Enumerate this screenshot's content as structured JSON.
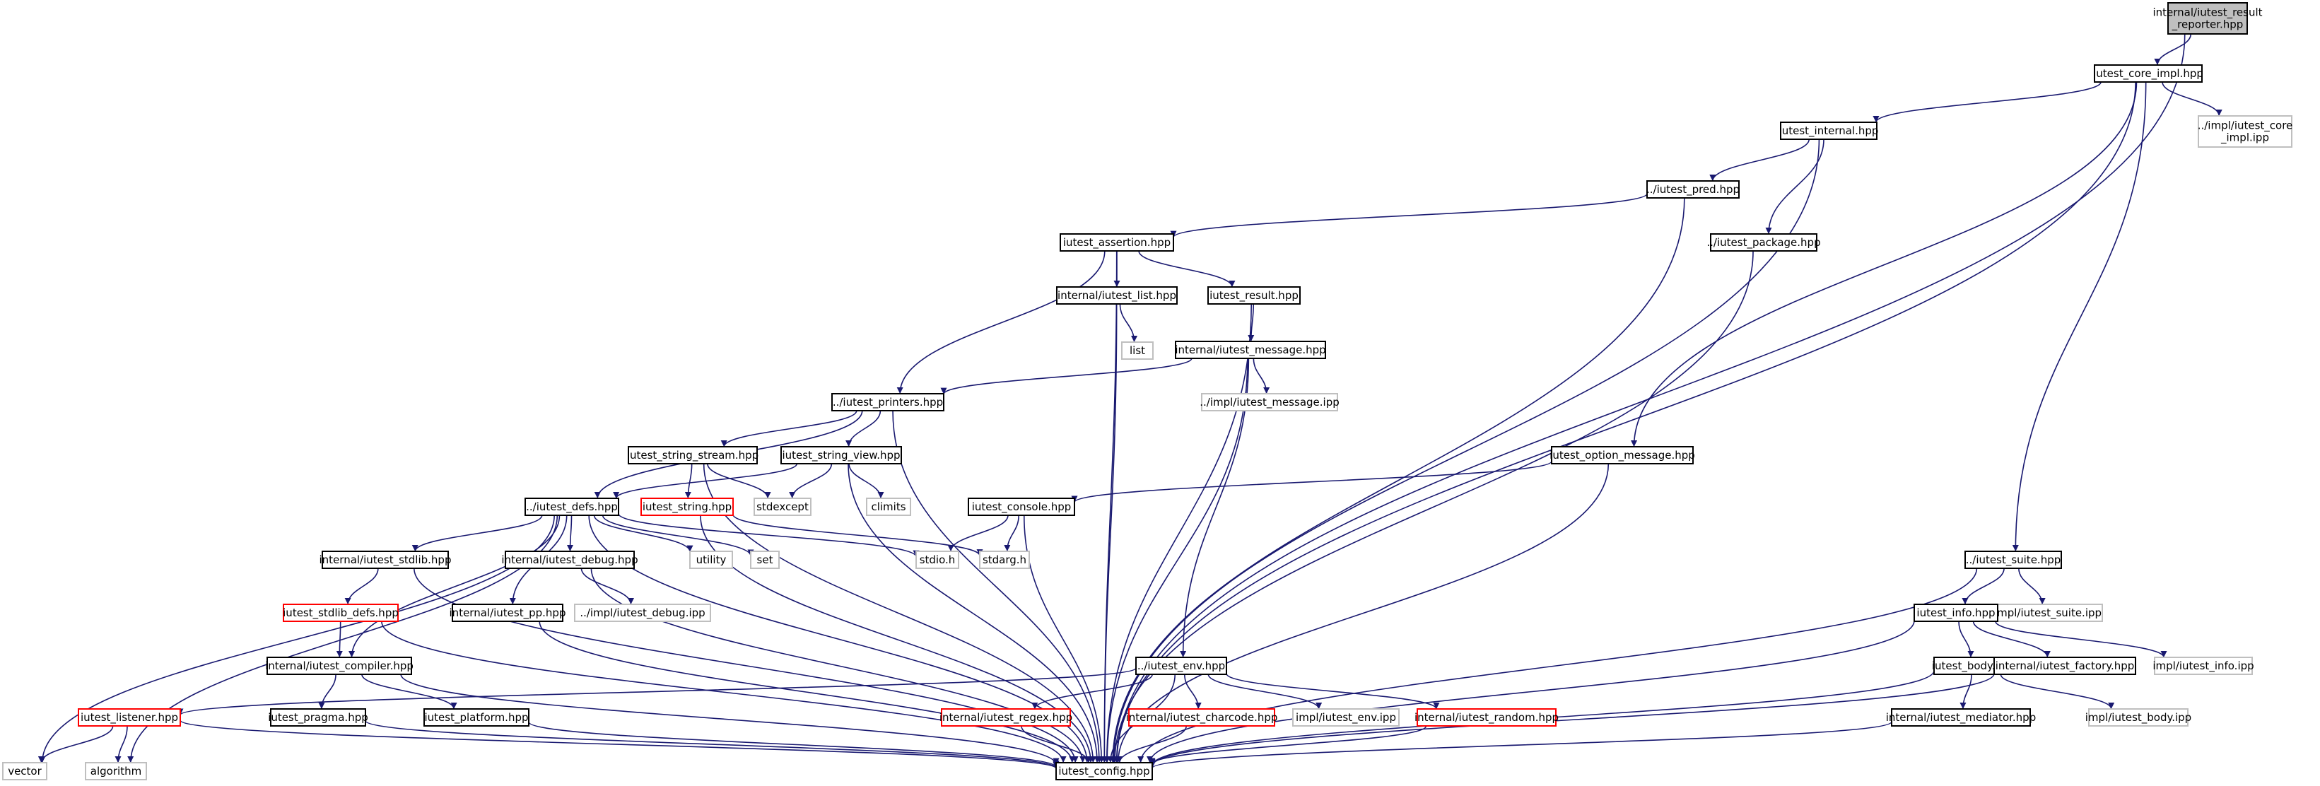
{
  "diagram": {
    "colors": {
      "edge": "#191970",
      "normal_border": "#000000",
      "normal_fill": "#ffffff",
      "missing_border": "#bfbfbf",
      "missing_text": "#404040",
      "truncated_border": "#ff0000",
      "root_fill": "#bfbfbf"
    },
    "nodes": [
      {
        "id": "root",
        "label": "internal/iutest_result_reporter.hpp",
        "lines": [
          "internal/iutest_result",
          "_reporter.hpp"
        ],
        "style": "root"
      },
      {
        "id": "core_impl",
        "label": "iutest_core_impl.hpp",
        "style": "normal"
      },
      {
        "id": "core_impl_ipp",
        "label": "../impl/iutest_core_impl.ipp",
        "lines": [
          "../impl/iutest_core",
          "_impl.ipp"
        ],
        "style": "missing"
      },
      {
        "id": "internal",
        "label": "iutest_internal.hpp",
        "style": "normal"
      },
      {
        "id": "pred",
        "label": "../iutest_pred.hpp",
        "style": "normal"
      },
      {
        "id": "package",
        "label": "../iutest_package.hpp",
        "style": "normal"
      },
      {
        "id": "assertion",
        "label": "iutest_assertion.hpp",
        "style": "normal"
      },
      {
        "id": "list_hpp",
        "label": "internal/iutest_list.hpp",
        "style": "normal"
      },
      {
        "id": "result",
        "label": "iutest_result.hpp",
        "style": "normal"
      },
      {
        "id": "list",
        "label": "list",
        "style": "missing"
      },
      {
        "id": "message",
        "label": "internal/iutest_message.hpp",
        "style": "normal"
      },
      {
        "id": "message_ipp",
        "label": "../impl/iutest_message.ipp",
        "style": "missing"
      },
      {
        "id": "printers",
        "label": "../iutest_printers.hpp",
        "style": "normal"
      },
      {
        "id": "string_stream",
        "label": "iutest_string_stream.hpp",
        "style": "normal"
      },
      {
        "id": "string_view",
        "label": "iutest_string_view.hpp",
        "style": "normal"
      },
      {
        "id": "stdexcept",
        "label": "stdexcept",
        "style": "missing"
      },
      {
        "id": "climits",
        "label": "climits",
        "style": "missing"
      },
      {
        "id": "option_message",
        "label": "iutest_option_message.hpp",
        "style": "normal"
      },
      {
        "id": "console",
        "label": "iutest_console.hpp",
        "style": "normal"
      },
      {
        "id": "defs",
        "label": "../iutest_defs.hpp",
        "style": "normal"
      },
      {
        "id": "string_hpp",
        "label": "iutest_string.hpp",
        "style": "truncated"
      },
      {
        "id": "utility",
        "label": "utility",
        "style": "missing"
      },
      {
        "id": "set",
        "label": "set",
        "style": "missing"
      },
      {
        "id": "stdio",
        "label": "stdio.h",
        "style": "missing"
      },
      {
        "id": "stdarg",
        "label": "stdarg.h",
        "style": "missing"
      },
      {
        "id": "stdlib",
        "label": "internal/iutest_stdlib.hpp",
        "style": "normal"
      },
      {
        "id": "debug",
        "label": "internal/iutest_debug.hpp",
        "style": "normal"
      },
      {
        "id": "stdlib_defs",
        "label": "iutest_stdlib_defs.hpp",
        "style": "truncated"
      },
      {
        "id": "debug_ipp",
        "label": "../impl/iutest_debug.ipp",
        "style": "missing"
      },
      {
        "id": "pp",
        "label": "internal/iutest_pp.hpp",
        "style": "normal"
      },
      {
        "id": "compiler",
        "label": "internal/iutest_compiler.hpp",
        "style": "normal"
      },
      {
        "id": "pragma",
        "label": "iutest_pragma.hpp",
        "style": "normal"
      },
      {
        "id": "platform",
        "label": "iutest_platform.hpp",
        "style": "normal"
      },
      {
        "id": "listener",
        "label": "iutest_listener.hpp",
        "style": "truncated"
      },
      {
        "id": "vector",
        "label": "vector",
        "style": "missing"
      },
      {
        "id": "algorithm",
        "label": "algorithm",
        "style": "missing"
      },
      {
        "id": "env",
        "label": "../iutest_env.hpp",
        "style": "normal"
      },
      {
        "id": "regex",
        "label": "internal/iutest_regex.hpp",
        "style": "truncated"
      },
      {
        "id": "charcode",
        "label": "internal/iutest_charcode.hpp",
        "style": "truncated"
      },
      {
        "id": "env_ipp",
        "label": "impl/iutest_env.ipp",
        "style": "missing"
      },
      {
        "id": "random",
        "label": "internal/iutest_random.hpp",
        "style": "truncated"
      },
      {
        "id": "config",
        "label": "iutest_config.hpp",
        "style": "normal"
      },
      {
        "id": "suite",
        "label": "../iutest_suite.hpp",
        "style": "normal"
      },
      {
        "id": "suite_ipp",
        "label": "impl/iutest_suite.ipp",
        "style": "missing"
      },
      {
        "id": "info",
        "label": "iutest_info.hpp",
        "style": "normal"
      },
      {
        "id": "body",
        "label": "iutest_body.hpp",
        "style": "normal"
      },
      {
        "id": "factory",
        "label": "internal/iutest_factory.hpp",
        "style": "normal"
      },
      {
        "id": "info_ipp",
        "label": "impl/iutest_info.ipp",
        "style": "missing"
      },
      {
        "id": "mediator",
        "label": "internal/iutest_mediator.hpp",
        "style": "normal"
      },
      {
        "id": "body_ipp",
        "label": "impl/iutest_body.ipp",
        "style": "missing"
      }
    ],
    "edges": [
      [
        "root",
        "core_impl"
      ],
      [
        "root",
        "config"
      ],
      [
        "core_impl",
        "internal"
      ],
      [
        "core_impl",
        "core_impl_ipp"
      ],
      [
        "core_impl",
        "option_message"
      ],
      [
        "core_impl",
        "suite"
      ],
      [
        "core_impl",
        "config"
      ],
      [
        "internal",
        "pred"
      ],
      [
        "internal",
        "package"
      ],
      [
        "internal",
        "config"
      ],
      [
        "pred",
        "assertion"
      ],
      [
        "pred",
        "config"
      ],
      [
        "package",
        "config"
      ],
      [
        "assertion",
        "list_hpp"
      ],
      [
        "assertion",
        "result"
      ],
      [
        "assertion",
        "printers"
      ],
      [
        "assertion",
        "config"
      ],
      [
        "list_hpp",
        "list"
      ],
      [
        "list_hpp",
        "config"
      ],
      [
        "result",
        "message"
      ],
      [
        "result",
        "config"
      ],
      [
        "message",
        "printers"
      ],
      [
        "message",
        "message_ipp"
      ],
      [
        "message",
        "env"
      ],
      [
        "message",
        "config"
      ],
      [
        "printers",
        "string_stream"
      ],
      [
        "printers",
        "string_view"
      ],
      [
        "printers",
        "defs"
      ],
      [
        "printers",
        "config"
      ],
      [
        "string_stream",
        "string_hpp"
      ],
      [
        "string_stream",
        "stdexcept"
      ],
      [
        "string_stream",
        "config"
      ],
      [
        "string_view",
        "defs"
      ],
      [
        "string_view",
        "stdexcept"
      ],
      [
        "string_view",
        "climits"
      ],
      [
        "string_view",
        "config"
      ],
      [
        "option_message",
        "console"
      ],
      [
        "option_message",
        "config"
      ],
      [
        "console",
        "stdio"
      ],
      [
        "console",
        "stdarg"
      ],
      [
        "console",
        "config"
      ],
      [
        "defs",
        "utility"
      ],
      [
        "defs",
        "set"
      ],
      [
        "defs",
        "stdio"
      ],
      [
        "defs",
        "stdlib"
      ],
      [
        "defs",
        "debug"
      ],
      [
        "defs",
        "pp"
      ],
      [
        "defs",
        "compiler"
      ],
      [
        "defs",
        "vector"
      ],
      [
        "defs",
        "algorithm"
      ],
      [
        "defs",
        "config"
      ],
      [
        "string_hpp",
        "stdarg"
      ],
      [
        "string_hpp",
        "config"
      ],
      [
        "stdlib",
        "stdlib_defs"
      ],
      [
        "stdlib",
        "config"
      ],
      [
        "debug",
        "debug_ipp"
      ],
      [
        "debug",
        "config"
      ],
      [
        "stdlib_defs",
        "compiler"
      ],
      [
        "stdlib_defs",
        "config"
      ],
      [
        "pp",
        "config"
      ],
      [
        "compiler",
        "pragma"
      ],
      [
        "compiler",
        "platform"
      ],
      [
        "compiler",
        "config"
      ],
      [
        "pragma",
        "config"
      ],
      [
        "platform",
        "config"
      ],
      [
        "listener",
        "vector"
      ],
      [
        "listener",
        "algorithm"
      ],
      [
        "listener",
        "config"
      ],
      [
        "env",
        "listener"
      ],
      [
        "env",
        "regex"
      ],
      [
        "env",
        "charcode"
      ],
      [
        "env",
        "env_ipp"
      ],
      [
        "env",
        "random"
      ],
      [
        "env",
        "config"
      ],
      [
        "regex",
        "config"
      ],
      [
        "charcode",
        "config"
      ],
      [
        "random",
        "config"
      ],
      [
        "suite",
        "info"
      ],
      [
        "suite",
        "suite_ipp"
      ],
      [
        "suite",
        "config"
      ],
      [
        "info",
        "body"
      ],
      [
        "info",
        "factory"
      ],
      [
        "info",
        "info_ipp"
      ],
      [
        "info",
        "config"
      ],
      [
        "body",
        "mediator"
      ],
      [
        "body",
        "body_ipp"
      ],
      [
        "body",
        "config"
      ],
      [
        "factory",
        "config"
      ],
      [
        "mediator",
        "config"
      ]
    ]
  }
}
